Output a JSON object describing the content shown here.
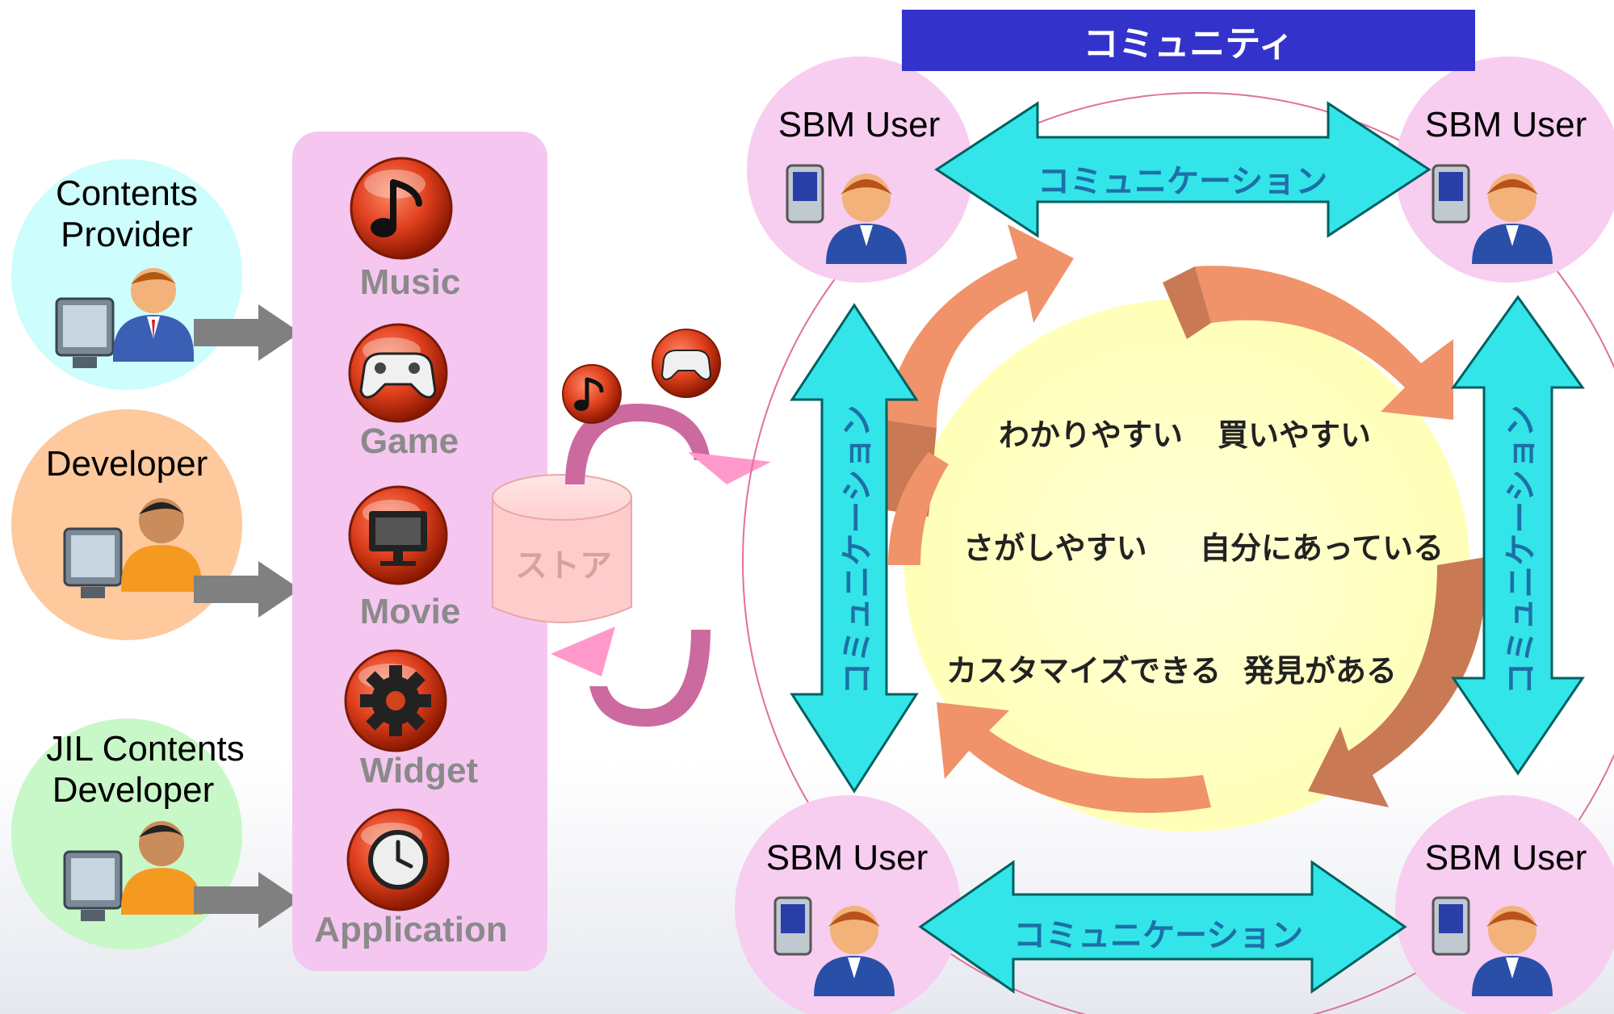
{
  "community_title": "コミュニティ",
  "providers": [
    {
      "label_line1": "Contents",
      "label_line2": "Provider"
    },
    {
      "label_line1": "Developer",
      "label_line2": ""
    },
    {
      "label_line1": "JIL Contents",
      "label_line2": "Developer"
    }
  ],
  "services": [
    {
      "label": "Music",
      "icon": "music-note-icon"
    },
    {
      "label": "Game",
      "icon": "gamepad-icon"
    },
    {
      "label": "Movie",
      "icon": "monitor-icon"
    },
    {
      "label": "Widget",
      "icon": "gear-icon"
    },
    {
      "label": "Application",
      "icon": "clock-icon"
    }
  ],
  "store_label": "ストア",
  "users": [
    {
      "label": "SBM User"
    },
    {
      "label": "SBM User"
    },
    {
      "label": "SBM User"
    },
    {
      "label": "SBM User"
    }
  ],
  "communication_label": "コミュニケーション",
  "qualities": [
    "わかりやすい",
    "買いやすい",
    "さがしやすい",
    "自分にあっている",
    "カスタマイズできる",
    "発見がある"
  ],
  "colors": {
    "title_bg": "#3333cc",
    "panel_bg": "#f5c6f0",
    "user_circle": "#f7cdf0",
    "arrow_cyan": "#33e5e8",
    "arrow_gray": "#808080",
    "cycle_orange": "#f0936a",
    "cycle_brown": "#c97a55",
    "center_yellow": "#ffffcc",
    "store_pink": "#ffcccc"
  }
}
